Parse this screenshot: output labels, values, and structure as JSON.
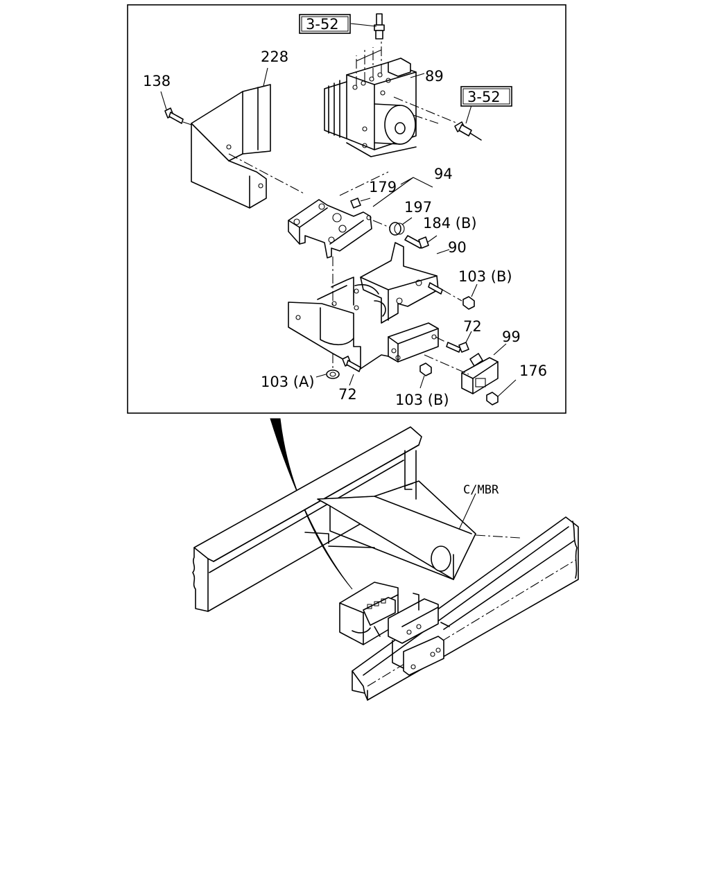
{
  "callouts": {
    "ref_top": "3-52",
    "ref_right": "3-52",
    "p89": "89",
    "p228": "228",
    "p138": "138",
    "p179": "179",
    "p94": "94",
    "p197": "197",
    "p184b": "184 (B)",
    "p90": "90",
    "p103b_upper": "103 (B)",
    "p72_right": "72",
    "p99": "99",
    "p176": "176",
    "p103a": "103 (A)",
    "p72_lower": "72",
    "p103b_lower": "103 (B)",
    "cmbr": "C/MBR"
  }
}
